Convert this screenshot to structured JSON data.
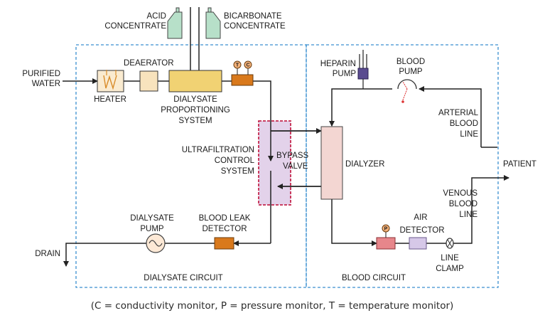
{
  "labels": {
    "acid_concentrate": [
      "ACID",
      "CONCENTRATE"
    ],
    "bicarbonate_concentrate": [
      "BICARBONATE",
      "CONCENTRATE"
    ],
    "purified_water": [
      "PURIFIED",
      "WATER"
    ],
    "heater": "HEATER",
    "deaerator": "DEAERATOR",
    "dialysate_proportioning": [
      "DIALYSATE",
      "PROPORTIONING",
      "SYSTEM"
    ],
    "ultrafiltration": [
      "ULTRAFILTRATION",
      "CONTROL",
      "SYSTEM"
    ],
    "bypass_valve": [
      "BYPASS",
      "VALVE"
    ],
    "dialyzer": "DIALYZER",
    "heparin_pump": [
      "HEPARIN",
      "PUMP"
    ],
    "blood_pump": [
      "BLOOD",
      "PUMP"
    ],
    "arterial_blood_line": [
      "ARTERIAL",
      "BLOOD",
      "LINE"
    ],
    "patient": "PATIENT",
    "venous_blood_line": [
      "VENOUS",
      "BLOOD",
      "LINE"
    ],
    "air_detector": [
      "AIR",
      "DETECTOR"
    ],
    "line_clamp": [
      "LINE",
      "CLAMP"
    ],
    "dialysate_pump": [
      "DIALYSATE",
      "PUMP"
    ],
    "blood_leak_detector": [
      "BLOOD LEAK",
      "DETECTOR"
    ],
    "drain": "DRAIN",
    "dialysate_circuit": "DIALYSATE CIRCUIT",
    "blood_circuit": "BLOOD CIRCUIT",
    "monitor_t": "T",
    "monitor_c": "C",
    "monitor_p": "P",
    "heater_symbol": "W"
  },
  "caption": "(C = conductivity monitor, P = pressure monitor, T = temperature monitor)",
  "colors": {
    "dashed_border": "#3a8fd0",
    "uf_border": "#c4284e",
    "uf_fill": "#e3d2ea",
    "jug": "#b7e0c9",
    "heater_fill": "#faebd0",
    "heater_coil": "#d98c2a",
    "deaerator_fill": "#f8e3bd",
    "proportioning_fill": "#f1d273",
    "orange_box": "#d9791c",
    "dialyzer_fill": "#f3d6d2",
    "pressure_box": "#e7868b",
    "air_detector_fill": "#d6c8e8",
    "heparin_fill": "#5a4b90",
    "line": "#222222"
  },
  "icons": [
    "heater-coil-icon",
    "blood-pump-rotor-icon",
    "dialysate-pump-icon",
    "line-clamp-valve-icon",
    "concentrate-jug-icon"
  ]
}
